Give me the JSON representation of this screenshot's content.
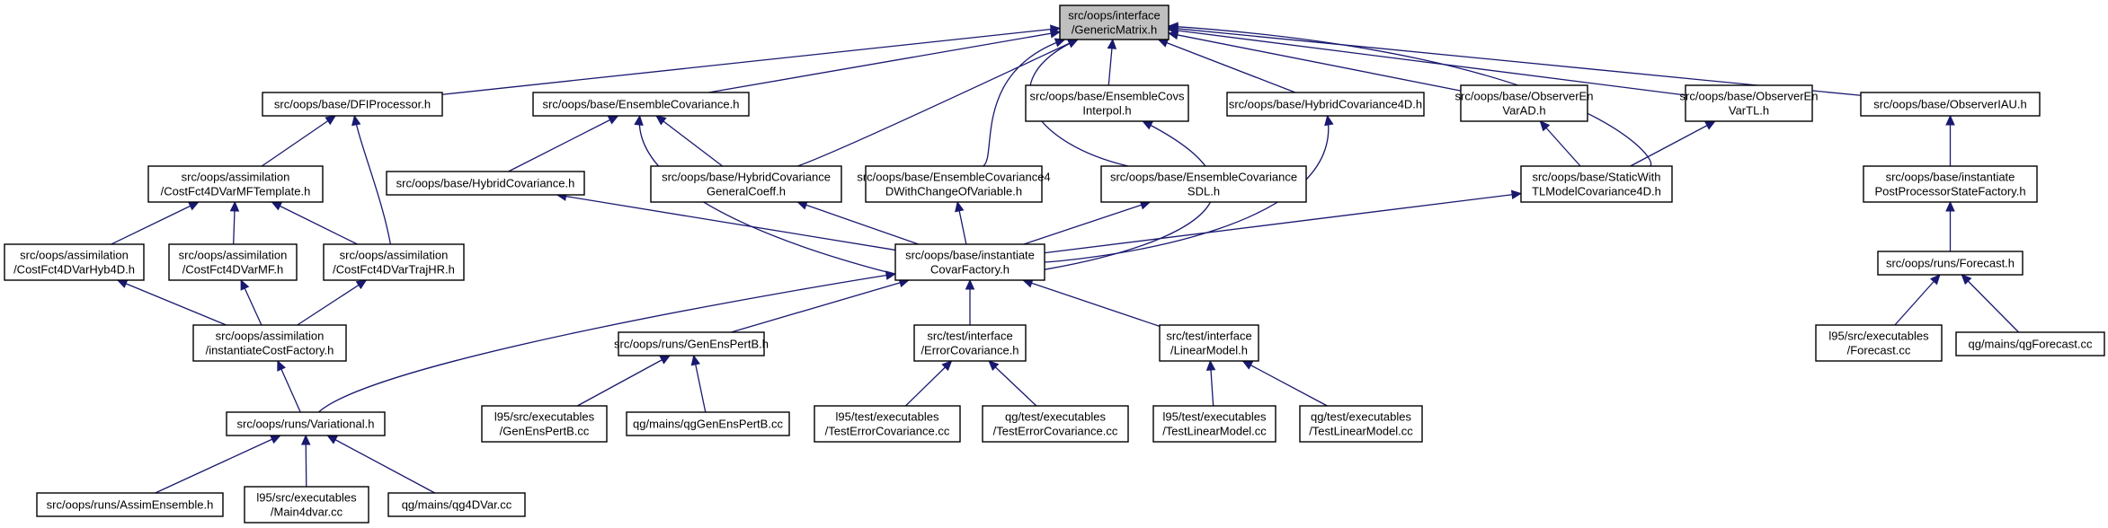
{
  "nodes": {
    "generic_matrix": [
      "src/oops/interface",
      "/GenericMatrix.h"
    ],
    "dfi_processor": [
      "src/oops/base/DFIProcessor.h"
    ],
    "ensemble_covariance": [
      "src/oops/base/EnsembleCovariance.h"
    ],
    "ensemble_covs_interpol": [
      "src/oops/base/EnsembleCovs",
      "Interpol.h"
    ],
    "hybrid_covariance_4d": [
      "src/oops/base/HybridCovariance4D.h"
    ],
    "observer_en_var_ad": [
      "src/oops/base/ObserverEn",
      "VarAD.h"
    ],
    "observer_en_var_tl": [
      "src/oops/base/ObserverEn",
      "VarTL.h"
    ],
    "observer_iau": [
      "src/oops/base/ObserverIAU.h"
    ],
    "cost_fct_4dvar_mf_template": [
      "src/oops/assimilation",
      "/CostFct4DVarMFTemplate.h"
    ],
    "hybrid_covariance": [
      "src/oops/base/HybridCovariance.h"
    ],
    "hybrid_covariance_general_coeff": [
      "src/oops/base/HybridCovariance",
      "GeneralCoeff.h"
    ],
    "ensemble_covariance_4d_with_change": [
      "src/oops/base/EnsembleCovariance4",
      "DWithChangeOfVariable.h"
    ],
    "ensemble_covariance_sdl": [
      "src/oops/base/EnsembleCovariance",
      "SDL.h"
    ],
    "static_with_tl_model_covariance_4d": [
      "src/oops/base/StaticWith",
      "TLModelCovariance4D.h"
    ],
    "instantiate_post_processor_state_factory": [
      "src/oops/base/instantiate",
      "PostProcessorStateFactory.h"
    ],
    "cost_fct_4dvar_hyb_4d": [
      "src/oops/assimilation",
      "/CostFct4DVarHyb4D.h"
    ],
    "cost_fct_4dvar_mf": [
      "src/oops/assimilation",
      "/CostFct4DVarMF.h"
    ],
    "cost_fct_4dvar_traj_hr": [
      "src/oops/assimilation",
      "/CostFct4DVarTrajHR.h"
    ],
    "instantiate_covar_factory": [
      "src/oops/base/instantiate",
      "CovarFactory.h"
    ],
    "forecast_h": [
      "src/oops/runs/Forecast.h"
    ],
    "instantiate_cost_factory": [
      "src/oops/assimilation",
      "/instantiateCostFactory.h"
    ],
    "gen_ens_pert_b_h": [
      "src/oops/runs/GenEnsPertB.h"
    ],
    "error_covariance_h": [
      "src/test/interface",
      "/ErrorCovariance.h"
    ],
    "linear_model_h": [
      "src/test/interface",
      "/LinearModel.h"
    ],
    "l95_forecast_cc": [
      "l95/src/executables",
      "/Forecast.cc"
    ],
    "qg_forecast_cc": [
      "qg/mains/qgForecast.cc"
    ],
    "variational_h": [
      "src/oops/runs/Variational.h"
    ],
    "l95_gen_ens_pert_b_cc": [
      "l95/src/executables",
      "/GenEnsPertB.cc"
    ],
    "qg_gen_ens_pert_b_cc": [
      "qg/mains/qgGenEnsPertB.cc"
    ],
    "l95_test_error_covariance_cc": [
      "l95/test/executables",
      "/TestErrorCovariance.cc"
    ],
    "qg_test_error_covariance_cc": [
      "qg/test/executables",
      "/TestErrorCovariance.cc"
    ],
    "l95_test_linear_model_cc": [
      "l95/test/executables",
      "/TestLinearModel.cc"
    ],
    "qg_test_linear_model_cc": [
      "qg/test/executables",
      "/TestLinearModel.cc"
    ],
    "assim_ensemble_h": [
      "src/oops/runs/AssimEnsemble.h"
    ],
    "l95_main_4dvar_cc": [
      "l95/src/executables",
      "/Main4dvar.cc"
    ],
    "qg_4dvar_cc": [
      "qg/mains/qg4DVar.cc"
    ]
  },
  "edges": [
    [
      "dfi_processor",
      "generic_matrix"
    ],
    [
      "ensemble_covariance",
      "generic_matrix"
    ],
    [
      "hybrid_covariance_general_coeff",
      "generic_matrix"
    ],
    [
      "ensemble_covariance_4d_with_change",
      "generic_matrix"
    ],
    [
      "ensemble_covariance_sdl",
      "generic_matrix"
    ],
    [
      "ensemble_covs_interpol",
      "generic_matrix"
    ],
    [
      "hybrid_covariance_4d",
      "generic_matrix"
    ],
    [
      "observer_en_var_ad",
      "generic_matrix"
    ],
    [
      "static_with_tl_model_covariance_4d",
      "generic_matrix"
    ],
    [
      "observer_en_var_tl",
      "generic_matrix"
    ],
    [
      "observer_iau",
      "generic_matrix"
    ],
    [
      "cost_fct_4dvar_mf_template",
      "dfi_processor"
    ],
    [
      "cost_fct_4dvar_traj_hr",
      "dfi_processor"
    ],
    [
      "hybrid_covariance",
      "ensemble_covariance"
    ],
    [
      "hybrid_covariance_general_coeff",
      "ensemble_covariance"
    ],
    [
      "instantiate_covar_factory",
      "ensemble_covariance"
    ],
    [
      "instantiate_covar_factory",
      "ensemble_covs_interpol"
    ],
    [
      "instantiate_covar_factory",
      "hybrid_covariance_4d"
    ],
    [
      "static_with_tl_model_covariance_4d",
      "observer_en_var_ad"
    ],
    [
      "static_with_tl_model_covariance_4d",
      "observer_en_var_tl"
    ],
    [
      "instantiate_post_processor_state_factory",
      "observer_iau"
    ],
    [
      "cost_fct_4dvar_hyb_4d",
      "cost_fct_4dvar_mf_template"
    ],
    [
      "cost_fct_4dvar_mf",
      "cost_fct_4dvar_mf_template"
    ],
    [
      "cost_fct_4dvar_traj_hr",
      "cost_fct_4dvar_mf_template"
    ],
    [
      "instantiate_covar_factory",
      "hybrid_covariance"
    ],
    [
      "instantiate_covar_factory",
      "hybrid_covariance_general_coeff"
    ],
    [
      "instantiate_covar_factory",
      "ensemble_covariance_4d_with_change"
    ],
    [
      "instantiate_covar_factory",
      "ensemble_covariance_sdl"
    ],
    [
      "instantiate_covar_factory",
      "static_with_tl_model_covariance_4d"
    ],
    [
      "forecast_h",
      "instantiate_post_processor_state_factory"
    ],
    [
      "instantiate_cost_factory",
      "cost_fct_4dvar_hyb_4d"
    ],
    [
      "instantiate_cost_factory",
      "cost_fct_4dvar_mf"
    ],
    [
      "instantiate_cost_factory",
      "cost_fct_4dvar_traj_hr"
    ],
    [
      "variational_h",
      "instantiate_covar_factory"
    ],
    [
      "gen_ens_pert_b_h",
      "instantiate_covar_factory"
    ],
    [
      "error_covariance_h",
      "instantiate_covar_factory"
    ],
    [
      "linear_model_h",
      "instantiate_covar_factory"
    ],
    [
      "l95_forecast_cc",
      "forecast_h"
    ],
    [
      "qg_forecast_cc",
      "forecast_h"
    ],
    [
      "variational_h",
      "instantiate_cost_factory"
    ],
    [
      "l95_gen_ens_pert_b_cc",
      "gen_ens_pert_b_h"
    ],
    [
      "qg_gen_ens_pert_b_cc",
      "gen_ens_pert_b_h"
    ],
    [
      "l95_test_error_covariance_cc",
      "error_covariance_h"
    ],
    [
      "qg_test_error_covariance_cc",
      "error_covariance_h"
    ],
    [
      "l95_test_linear_model_cc",
      "linear_model_h"
    ],
    [
      "qg_test_linear_model_cc",
      "linear_model_h"
    ],
    [
      "assim_ensemble_h",
      "variational_h"
    ],
    [
      "l95_main_4dvar_cc",
      "variational_h"
    ],
    [
      "qg_4dvar_cc",
      "variational_h"
    ]
  ]
}
